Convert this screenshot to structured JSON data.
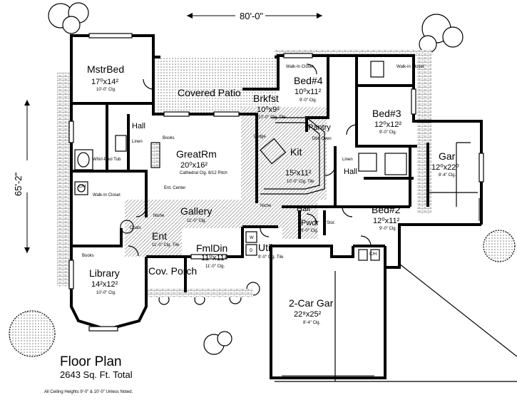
{
  "dimensions": {
    "width": "80'-0\"",
    "depth": "65'-2\""
  },
  "rooms": [
    {
      "id": "mstrbed",
      "name": "MstrBed",
      "size": "17⁰x14²",
      "note": "10'-0\" Clg."
    },
    {
      "id": "patio",
      "name": "Covered Patio",
      "size": "",
      "note": ""
    },
    {
      "id": "brkfst",
      "name": "Brkfst",
      "size": "10⁰x9²",
      "note": "10'-0\" Clg. Tile"
    },
    {
      "id": "bed4",
      "name": "Bed#4",
      "size": "10⁰x11²",
      "note": "9'-0\" Clg."
    },
    {
      "id": "bed3",
      "name": "Bed#3",
      "size": "12⁰x12²",
      "note": "9'-0\" Clg."
    },
    {
      "id": "gar",
      "name": "Gar",
      "size": "12⁰x22⁰",
      "note": "8'-4\" Clg."
    },
    {
      "id": "greatrm",
      "name": "GreatRm",
      "size": "20⁰x16²",
      "note": "Cathedral Clg. 8/12 Pitch"
    },
    {
      "id": "kit",
      "name": "Kit",
      "size": "15²x11²",
      "note": "10'-0\" Clg. Tile"
    },
    {
      "id": "gallery",
      "name": "Gallery",
      "size": "",
      "note": "11'-0\" Clg."
    },
    {
      "id": "bed2",
      "name": "Bed#2",
      "size": "12⁰x11²",
      "note": "9'-0\" Clg."
    },
    {
      "id": "ent",
      "name": "Ent",
      "size": "",
      "note": "11'-0\" Clg. Tile"
    },
    {
      "id": "fmldin",
      "name": "FmlDin",
      "size": "11⁰x11⁸",
      "note": "11'-0\" Clg."
    },
    {
      "id": "pwdr",
      "name": "Pwdr",
      "size": "",
      "note": "9'-0\" Clg."
    },
    {
      "id": "util",
      "name": "Util",
      "size": "",
      "note": "9'-0\" Clg. Tile"
    },
    {
      "id": "library",
      "name": "Library",
      "size": "14²x12²",
      "note": "10'-0\" Clg."
    },
    {
      "id": "porch",
      "name": "Cov. Porch",
      "size": "",
      "note": ""
    },
    {
      "id": "gar2",
      "name": "2-Car Gar",
      "size": "22⁸x25²",
      "note": "8'-4\" Clg."
    }
  ],
  "small_labels": {
    "hall1": "Hall",
    "hall2": "Hall",
    "hall3": "Hall",
    "linen1": "Linen",
    "linen2": "Linen",
    "books1": "Books",
    "books2": "Books",
    "pantry": "Pantry",
    "closet1": "Walk-In Closet",
    "closet2": "Walk-In Closet",
    "closet3": "Walk-in Closet",
    "whirlpool": "Whirl-Pool Tub",
    "niche1": "Niche",
    "niche2": "Niche",
    "coats": "Coats",
    "ledge": "Ledge",
    "stor": "Stor.",
    "ent_center": "Ent. Center",
    "dbl_oven": "Dbl. Oven",
    "ch1": "C/H",
    "ch2": "C/H",
    "w": "W",
    "d": "D"
  },
  "footer": {
    "title": "Floor Plan",
    "sqft": "2643 Sq. Ft. Total",
    "note": "All Ceiling Heights 9'-0\" & 10'-0\" Unless Noted."
  }
}
